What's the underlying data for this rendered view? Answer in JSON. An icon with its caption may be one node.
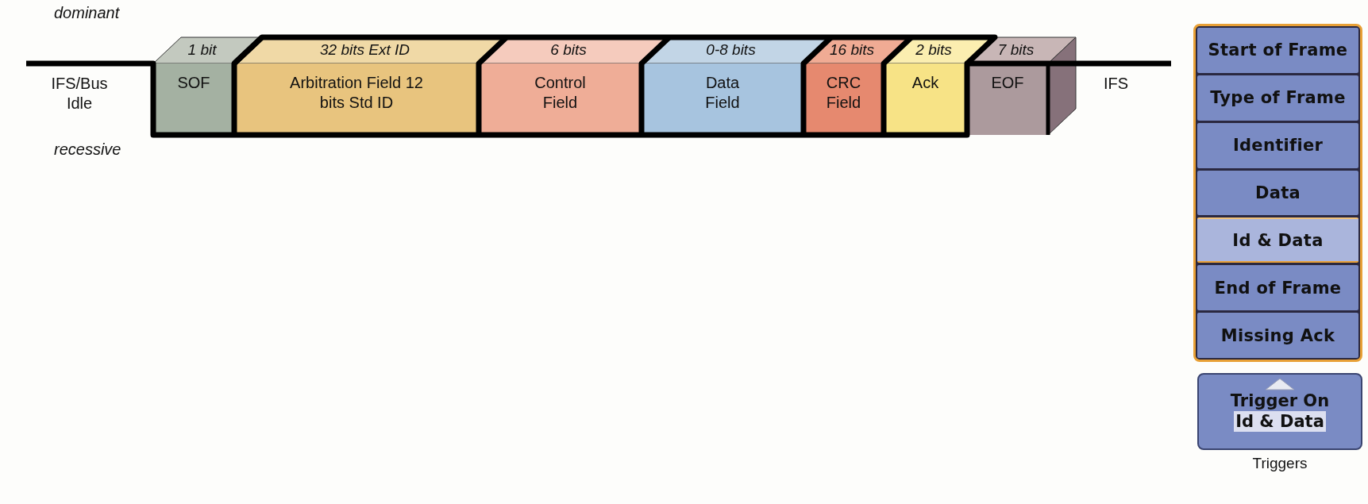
{
  "diagram": {
    "nodes": [
      {
        "text": [
          "1 bit",
          "SOF"
        ]
      },
      {
        "text": [
          "32 bits Ext ID",
          "Arbitration Field 12 bits Std ID"
        ]
      },
      {
        "text": [
          "6 bits",
          "Control Field"
        ]
      },
      {
        "text": [
          "0-8 bits",
          "Data Field"
        ]
      },
      {
        "text": [
          "16 bits",
          "CRC Field"
        ]
      },
      {
        "text": [
          "2 bits",
          "Ack"
        ]
      },
      {
        "text": [
          "7 bits",
          "EOF"
        ]
      },
      {
        "text": [],
        "shape": "box"
      },
      {
        "text": [
          "Start of Frame"
        ],
        "in": 7
      },
      {
        "text": [
          "Type of Frame"
        ],
        "in": 7
      },
      {
        "text": [
          "Identifier"
        ],
        "in": 7
      },
      {
        "text": [
          "Data"
        ],
        "in": 7
      },
      {
        "text": [
          "Id & Data"
        ],
        "in": 7
      },
      {
        "text": [
          "End of Frame"
        ],
        "in": 7
      },
      {
        "text": [
          "Missing Ack"
        ],
        "in": 7
      },
      {
        "text": [
          "Trigger On",
          "Id & Data"
        ],
        "beside": [
          "Triggers"
        ]
      }
    ],
    "edges": [],
    "labels": [
      "dominant",
      "IFS/Bus Idle",
      "IFS",
      "recessive"
    ]
  }
}
